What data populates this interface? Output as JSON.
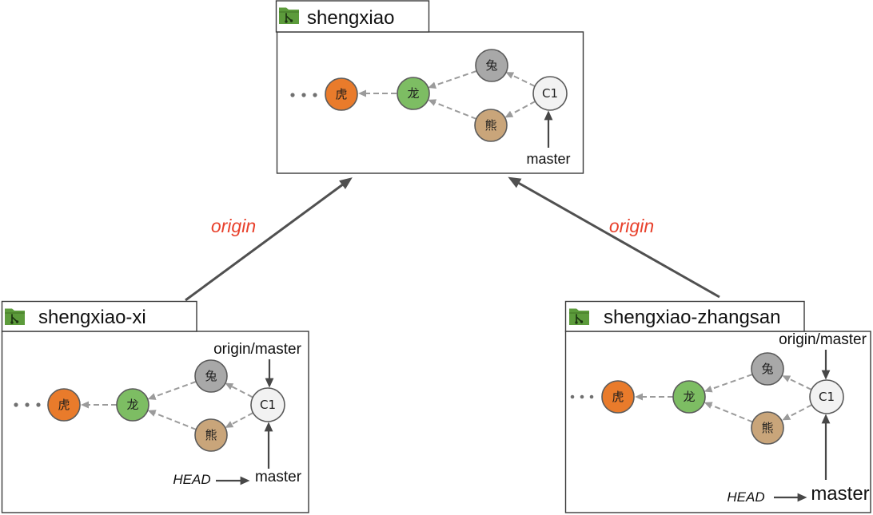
{
  "colors": {
    "repo_border": "#3a3a3a",
    "folder_icon": "#5c9b3b",
    "parent_edge": "#9b9b9b",
    "ref_arrow": "#474747",
    "remote_edge": "#505050",
    "remote_label": "#e8412c",
    "commits": {
      "tiger": "#e97b2b",
      "dragon": "#7dbd63",
      "rabbit": "#a8a8a8",
      "bear": "#c9a57a",
      "c1": "#f2f2f2"
    }
  },
  "icons": {
    "repository": "git-repo-folder-icon",
    "older_history": "ellipsis-icon"
  },
  "repositories": {
    "central": {
      "name": "shengxiao",
      "commits": {
        "tiger": "虎",
        "dragon": "龙",
        "rabbit": "兔",
        "bear": "熊",
        "c1": "C1"
      },
      "refs": {
        "master": "master"
      }
    },
    "xi": {
      "name": "shengxiao-xi",
      "commits": {
        "tiger": "虎",
        "dragon": "龙",
        "rabbit": "兔",
        "bear": "熊",
        "c1": "C1"
      },
      "refs": {
        "origin_master": "origin/master",
        "head": "HEAD",
        "master": "master"
      }
    },
    "zhangsan": {
      "name": "shengxiao-zhangsan",
      "commits": {
        "tiger": "虎",
        "dragon": "龙",
        "rabbit": "兔",
        "bear": "熊",
        "c1": "C1"
      },
      "refs": {
        "origin_master": "origin/master",
        "head": "HEAD",
        "master": "master"
      }
    }
  },
  "remotes": {
    "xi_origin": {
      "label": "origin"
    },
    "zhangsan_origin": {
      "label": "origin"
    }
  }
}
